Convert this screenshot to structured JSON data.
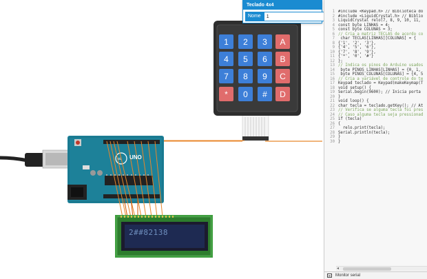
{
  "properties": {
    "title": "Teclado 4x4",
    "name_label": "Nome",
    "name_value": "1"
  },
  "keypad": {
    "keys": [
      "1",
      "2",
      "3",
      "A",
      "4",
      "5",
      "6",
      "B",
      "7",
      "8",
      "9",
      "C",
      "*",
      "0",
      "#",
      "D"
    ]
  },
  "lcd": {
    "text": "2##82138"
  },
  "arduino": {
    "brand": "UNO"
  },
  "code": {
    "lines": [
      "#include <Keypad.h> // Biblioteca do",
      "#include <LiquidCrystal.h> // Biblio",
      "LiquidCrystal relo(7, 8, 9, 10, 11,",
      "const byte LINHAS = 4;",
      "const byte COLUNAS = 3;",
      "// Cria a matriz TECLAS de acordo co",
      " char TECLAS[LINHAS][COLUNAS] = {",
      "{'1', '2', '3'},",
      "{'4', '5', '6'},",
      "{'7', '8', '9'},",
      "{'*', '0', '#'}",
      "};",
      "// Indica os pinos do Arduino usados",
      " byte PINOS_LINHAS[LINHAS] = {0, 1,",
      " byte PINOS_COLUNAS[COLUNAS] = {4, 5",
      "// Cria a variável de controle do te",
      "Keypad teclado = Keypad(makeKeymap(T",
      "void setup() {",
      "Serial.begin(9600); // Inicia porta",
      "}",
      "void loop() {",
      "char tecla = teclado.getKey(); // At",
      "// Verifica se alguma tecla foi pres",
      "// Caso alguma tecla seja pressionad",
      "if (tecla)",
      "{",
      "  relo.print(tecla);",
      "Serial.println(tecla);",
      "}",
      "}"
    ]
  },
  "serial_monitor": {
    "label": "Monitor serial"
  }
}
